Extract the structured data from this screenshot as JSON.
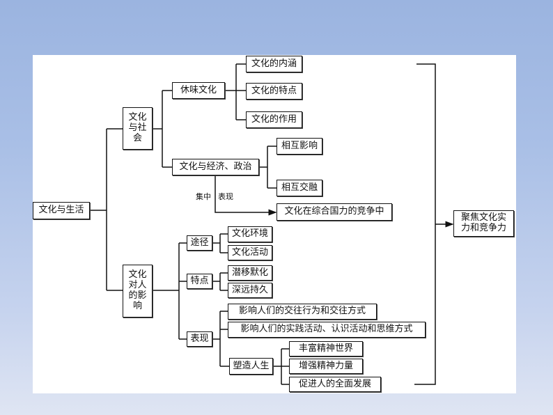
{
  "diagram": {
    "root": "文化与生活",
    "branch_society": {
      "label": "文化与社会",
      "taste_culture": {
        "label": "休味文化",
        "children": [
          "文化的内涵",
          "文化的特点",
          "文化的作用"
        ]
      },
      "econ_politics": {
        "label": "文化与经济、政治",
        "children": [
          "相互影响",
          "相互交融"
        ],
        "connector_left": "集中",
        "connector_right": "表现",
        "result": "文化在综合国力的竞争中"
      }
    },
    "branch_influence": {
      "label": "文化对人的影响",
      "paths": {
        "label": "途径",
        "children": [
          "文化环境",
          "文化活动"
        ]
      },
      "traits": {
        "label": "特点",
        "children": [
          "潜移默化",
          "深远持久"
        ]
      },
      "manifest": {
        "label": "表现",
        "children": [
          "影响人们的交往行为和交往方式",
          "影响人们的实践活动、认识活动和思维方式"
        ],
        "shape_life": {
          "label": "塑造人生",
          "children": [
            "丰富精神世界",
            "增强精神力量",
            "促进人的全面发展"
          ]
        }
      }
    },
    "conclusion": "聚焦文化实力和竞争力"
  },
  "colors": {
    "background_top": "#9bb4e0",
    "background_bottom": "#dfe5f3",
    "panel": "#ffffff",
    "line": "#111111"
  }
}
